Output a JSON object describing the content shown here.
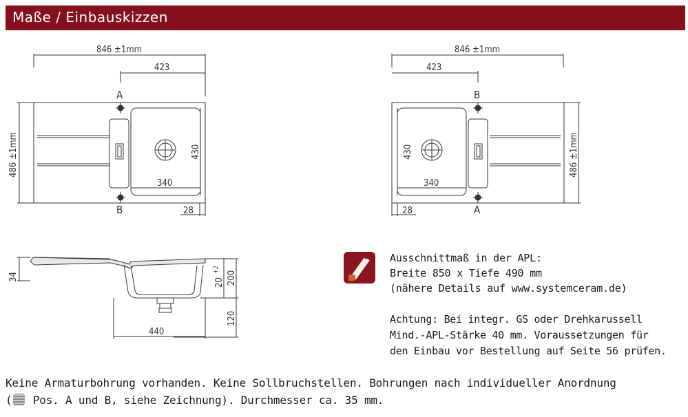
{
  "header": {
    "title": "Maße / Einbauskizzen"
  },
  "drawing_left": {
    "total_width": "846 ±1mm",
    "half_width": "423",
    "height": "486 ±1mm",
    "bowl_height": "430",
    "bowl_width": "340",
    "edge": "28",
    "pos_top": "A",
    "pos_bottom": "B"
  },
  "drawing_right": {
    "total_width": "846 ±1mm",
    "half_width": "423",
    "height": "486 ±1mm",
    "bowl_height": "430",
    "bowl_width": "340",
    "edge": "28",
    "pos_top": "B",
    "pos_bottom": "A"
  },
  "section": {
    "rim": "34",
    "depth_total": "200",
    "depth_bowl": "20",
    "depth_tol": "+2",
    "drain": "120",
    "bottom_width": "440"
  },
  "cutout": {
    "line1": "Ausschnittmaß in der APL:",
    "line2": "Breite 850 x Tiefe 490 mm",
    "line3": "(nähere Details auf www.systemceram.de)"
  },
  "warning": {
    "line1": "Achtung: Bei integr. GS oder Drehkarussell",
    "line2": "Mind.-APL-Stärke 40 mm. Voraussetzungen für",
    "line3": "den Einbau vor Bestellung auf Seite 56 prüfen."
  },
  "footer": {
    "line1": "Keine Armaturbohrung vorhanden. Keine Sollbruchstellen. Bohrungen nach individueller Anordnung",
    "line2_prefix": "(",
    "line2_rest": " Pos. A und B, siehe Zeichnung). Durchmesser ca. 35 mm."
  },
  "colors": {
    "header_bg": "#85101d",
    "icon_bg": "#8a1420",
    "line": "#333333"
  }
}
